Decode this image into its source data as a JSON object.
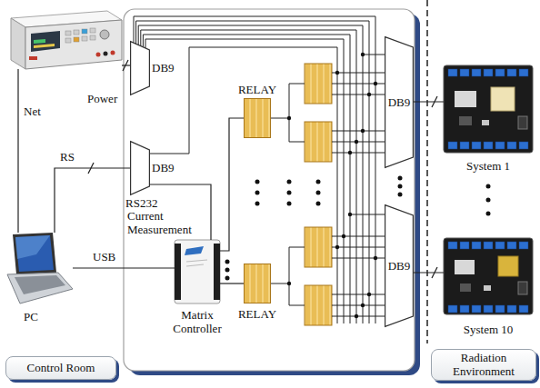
{
  "diagram": {
    "nodes": [
      {
        "text": [
          "Power"
        ]
      },
      {
        "text": [
          "PC"
        ]
      },
      {
        "text": [
          "DB9"
        ]
      },
      {
        "text": [
          "DB9"
        ]
      },
      {
        "text": [
          "Matrix Controller"
        ]
      },
      {
        "text": [
          "RELAY"
        ]
      },
      {
        "text": [
          "RELAY"
        ]
      },
      {
        "text": [
          "DB9"
        ]
      },
      {
        "text": [
          "DB9"
        ]
      },
      {
        "text": [
          "System 1"
        ]
      },
      {
        "text": [
          "System 10"
        ]
      },
      {
        "text": [
          "Control Room"
        ]
      },
      {
        "text": [
          "Radiation Environment"
        ]
      }
    ],
    "edges": [
      {
        "from": 0,
        "to": 2,
        "arrow": "none"
      },
      {
        "from": 0,
        "to": 1,
        "label": "Net",
        "arrow": "none"
      },
      {
        "from": 1,
        "to": 3,
        "label": "RS",
        "arrow": "none"
      },
      {
        "from": 1,
        "to": 4,
        "label": "USB",
        "arrow": "none"
      },
      {
        "from": 3,
        "to": 4,
        "arrow": "none"
      },
      {
        "from": 4,
        "to": 5,
        "arrow": "none"
      },
      {
        "from": 4,
        "to": 6,
        "arrow": "none"
      },
      {
        "from": 7,
        "to": 9,
        "arrow": "none"
      },
      {
        "from": 8,
        "to": 10,
        "arrow": "none"
      }
    ],
    "labels": [
      "RS232",
      "Current Measurement"
    ]
  }
}
